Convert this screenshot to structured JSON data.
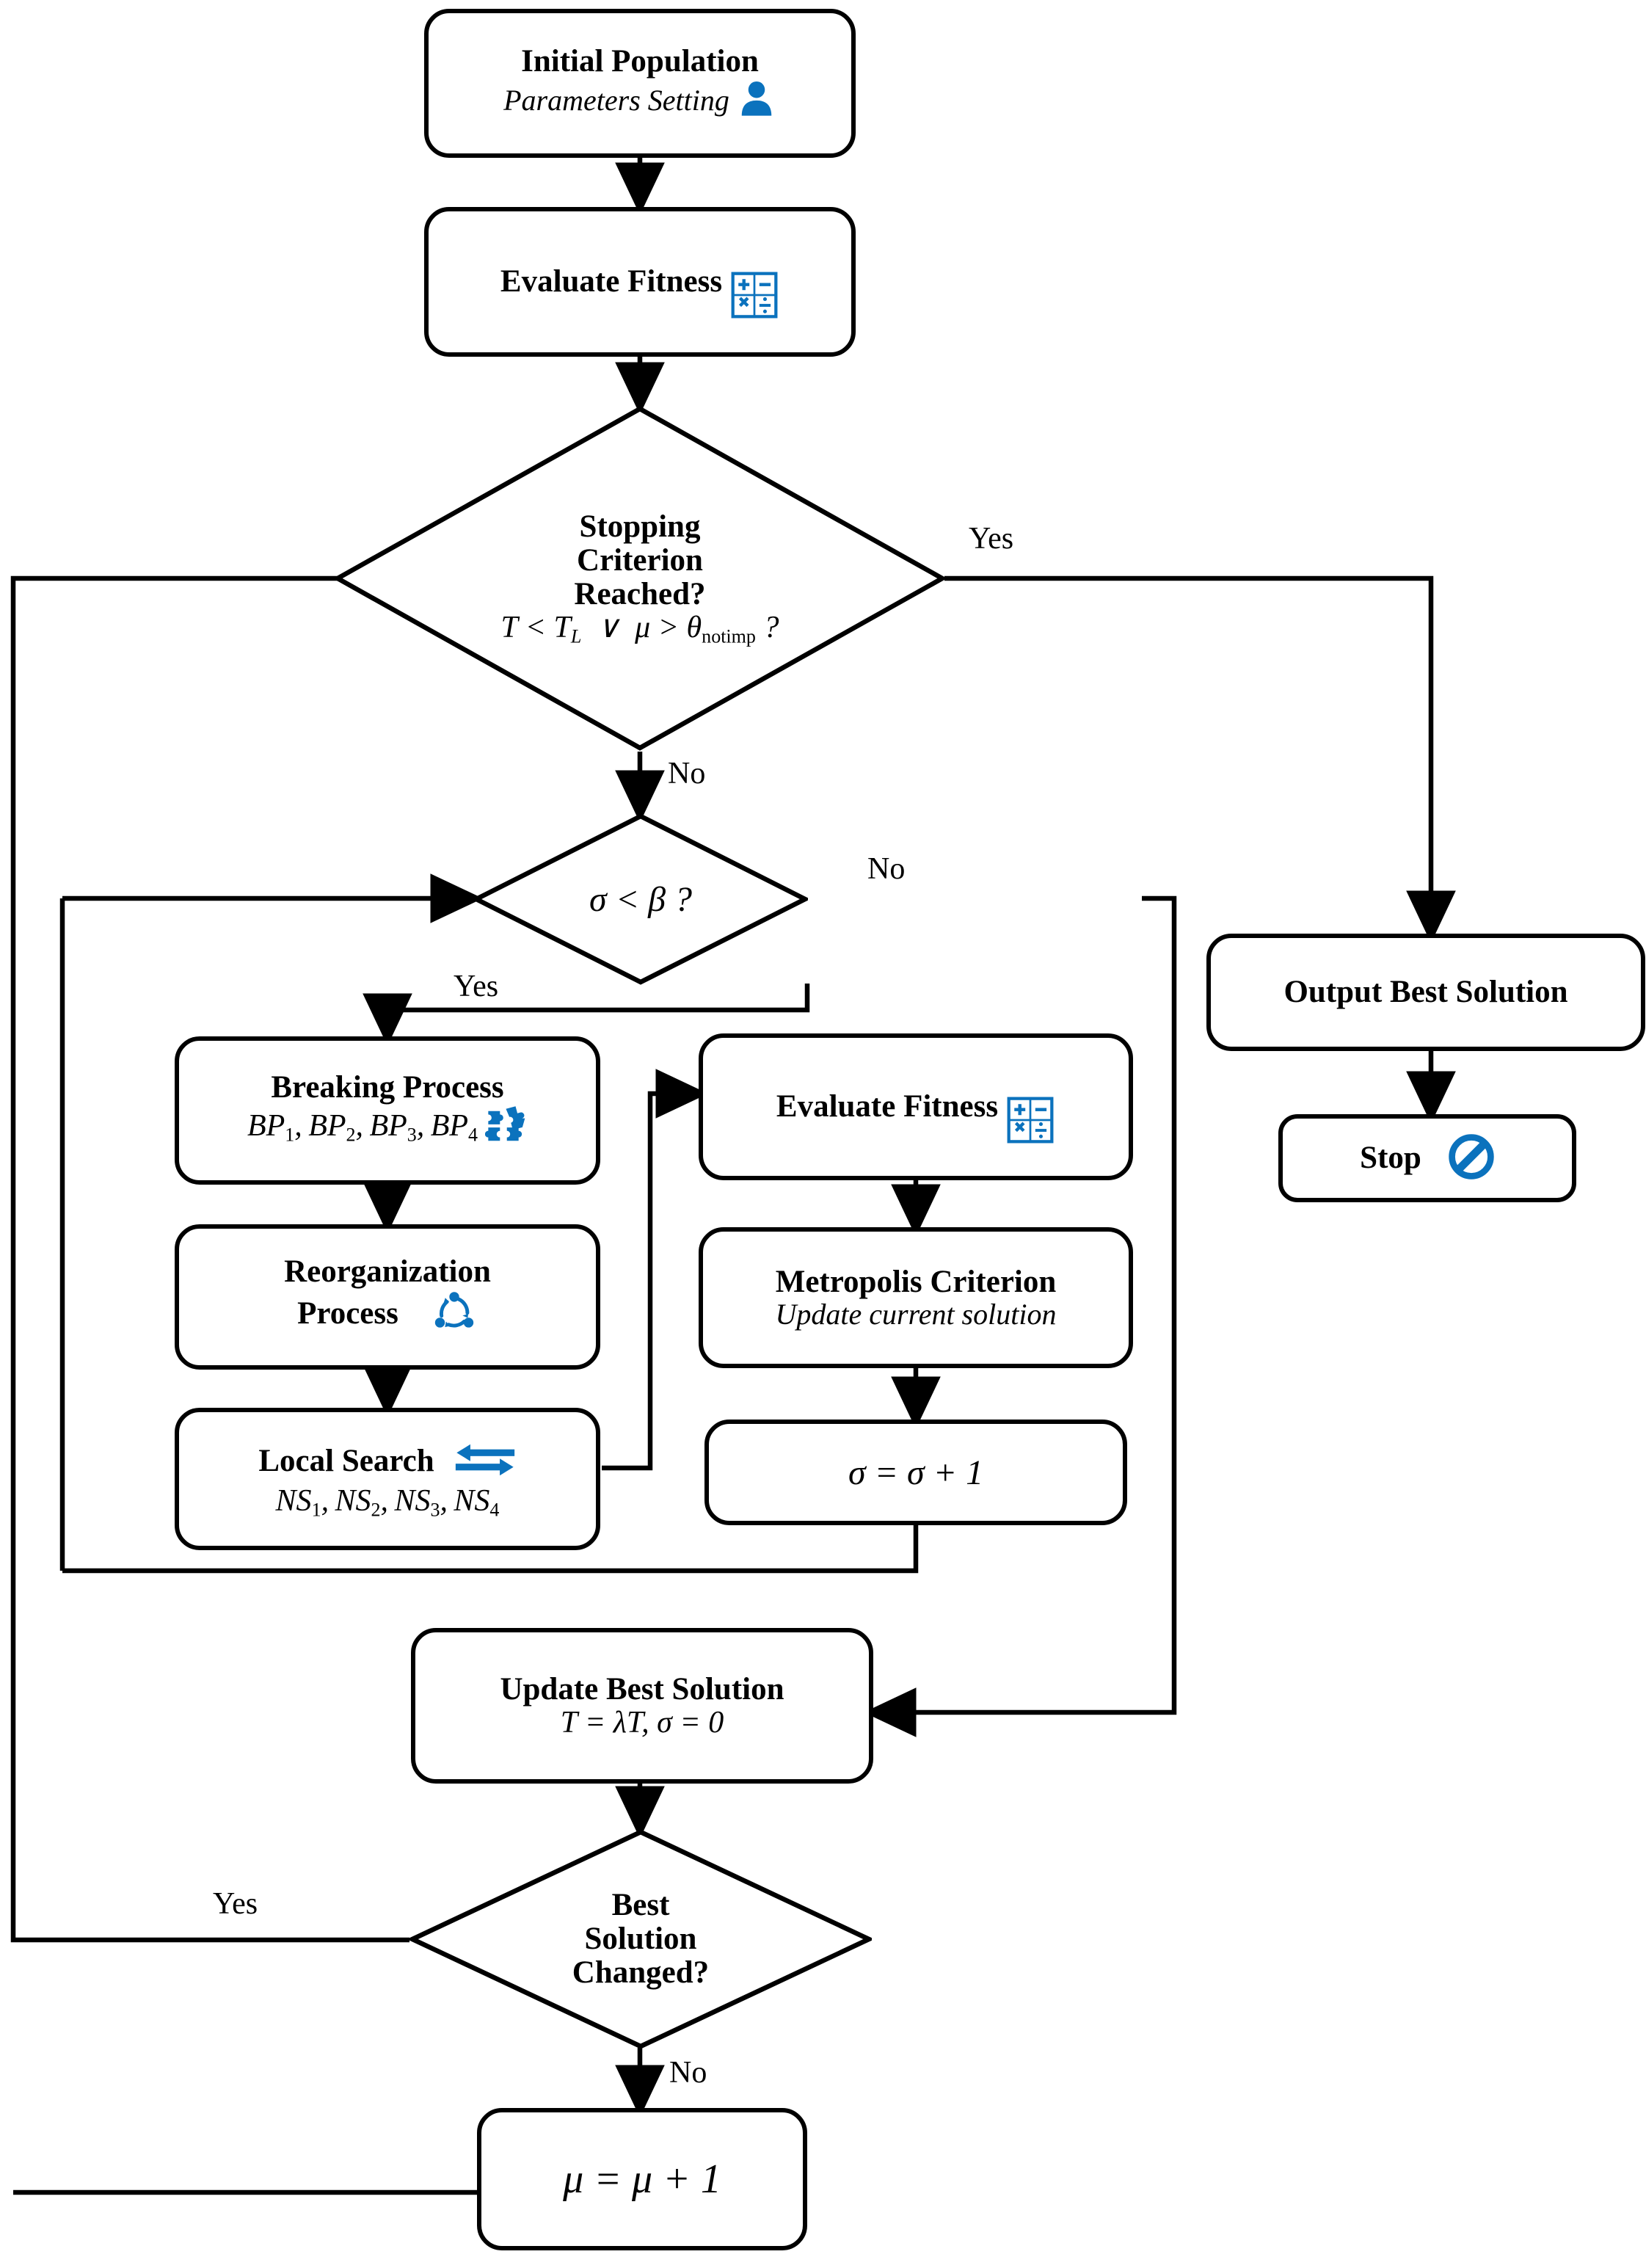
{
  "theme": {
    "accent": "#0b72bd",
    "line": "#000000",
    "bg": "#ffffff"
  },
  "diagram": {
    "type": "flowchart",
    "title": "Hybrid simulated-annealing metaheuristic flowchart"
  },
  "nodes": {
    "initial_population": {
      "title": "Initial Population",
      "subtitle": "Parameters Setting",
      "icon": "user-icon",
      "shape": "rounded-rect"
    },
    "evaluate_fitness_top": {
      "title": "Evaluate Fitness",
      "icon": "calculator-icon",
      "shape": "rounded-rect"
    },
    "stopping_criterion": {
      "line1": "Stopping",
      "line2": "Criterion",
      "line3": "Reached?",
      "formula": "T < T_L ∨ μ > θ_notimp ?",
      "shape": "diamond"
    },
    "sigma_beta": {
      "formula": "σ < β ?",
      "shape": "diamond"
    },
    "breaking_process": {
      "title": "Breaking Process",
      "formula": "BP_1, BP_2, BP_3, BP_4",
      "icon": "puzzle-icon",
      "shape": "rounded-rect"
    },
    "reorganization_process": {
      "line1": "Reorganization",
      "line2": "Process",
      "icon": "recycle-icon",
      "shape": "rounded-rect"
    },
    "local_search": {
      "title": "Local Search",
      "formula": "NS_1, NS_2, NS_3, NS_4",
      "icon": "two-way-arrows-icon",
      "shape": "rounded-rect"
    },
    "evaluate_fitness_inner": {
      "title": "Evaluate Fitness",
      "icon": "calculator-icon",
      "shape": "rounded-rect"
    },
    "metropolis_criterion": {
      "title": "Metropolis Criterion",
      "subtitle": "Update current solution",
      "shape": "rounded-rect"
    },
    "sigma_increment": {
      "formula": "σ = σ + 1",
      "shape": "rounded-rect"
    },
    "update_best_solution": {
      "title": "Update Best Solution",
      "formula": "T = λT, σ = 0",
      "shape": "rounded-rect"
    },
    "best_solution_changed": {
      "line1": "Best",
      "line2": "Solution",
      "line3": "Changed?",
      "shape": "diamond"
    },
    "mu_increment": {
      "formula": "μ = μ + 1",
      "shape": "rounded-rect"
    },
    "output_best_solution": {
      "title": "Output Best Solution",
      "shape": "rounded-rect"
    },
    "stop": {
      "title": "Stop",
      "icon": "no-entry-icon",
      "shape": "rounded-rect"
    }
  },
  "edge_labels": {
    "stopping_yes": "Yes",
    "stopping_no": "No",
    "sigma_beta_no": "No",
    "sigma_beta_yes": "Yes",
    "best_changed_yes": "Yes",
    "best_changed_no": "No"
  },
  "icons": {
    "user": "user-icon",
    "calculator": "calculator-icon",
    "puzzle": "puzzle-icon",
    "recycle": "recycle-icon",
    "two_way_arrows": "two-way-arrows-icon",
    "no_entry": "no-entry-icon"
  },
  "math_glyphs": {
    "sigma": "σ",
    "beta": "β",
    "mu": "μ",
    "lambda": "λ",
    "theta": "θ",
    "T": "T",
    "TL_sub": "L",
    "notimp_sub": "notimp",
    "or": "∨",
    "lt": "<",
    "gt": ">",
    "eq": "=",
    "plus": "+",
    "one": "1",
    "zero": "0",
    "q": "?"
  }
}
